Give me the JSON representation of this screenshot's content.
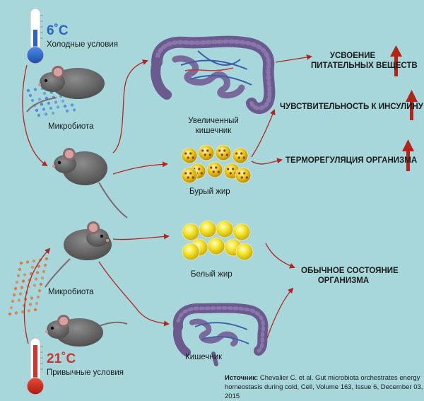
{
  "cold": {
    "temperature": "6˚C",
    "condition": "Холодные условия",
    "temp_color": "#2a63c9"
  },
  "warm": {
    "temperature": "21˚C",
    "condition": "Привычные условия",
    "temp_color": "#d1342b"
  },
  "labels": {
    "microbiota_cold": "Микробиота",
    "microbiota_warm": "Микробиота",
    "enlarged_intestine_line1": "Увеличенный",
    "enlarged_intestine_line2": "кишечник",
    "brown_fat": "Бурый жир",
    "white_fat": "Белый жир",
    "intestine": "Кишечник"
  },
  "outcomes": {
    "nutrient_line1": "УСВОЕНИЕ",
    "nutrient_line2": "ПИТАТЕЛЬНЫХ ВЕЩЕСТВ",
    "insulin": "ЧУВСТВИТЕЛЬНОСТЬ К ИНСУЛИНУ",
    "thermo": "ТЕРМОРЕГУЛЯЦИЯ ОРГАНИЗМА",
    "normal_line1": "ОБЫЧНОЕ СОСТОЯНИЕ",
    "normal_line2": "ОРГАНИЗМА"
  },
  "source": {
    "prefix": "Источник:",
    "text": " Chevalier C. et al. Gut microbiota orchestrates energy homeostasis during cold, Cell, Volume 163, Issue 6, December 03, 2015"
  },
  "colors": {
    "background": "#a7d6db",
    "arrow": "#b3261e",
    "up_arrow": "#b32417",
    "intestine": "#6b5a8e",
    "vessels": "#3e5fa8",
    "brown_fat": "#e8c91a",
    "white_fat": "#f2e51e",
    "bacteria_cold": "#3f7fd6",
    "bacteria_warm": "#e26a2c"
  }
}
